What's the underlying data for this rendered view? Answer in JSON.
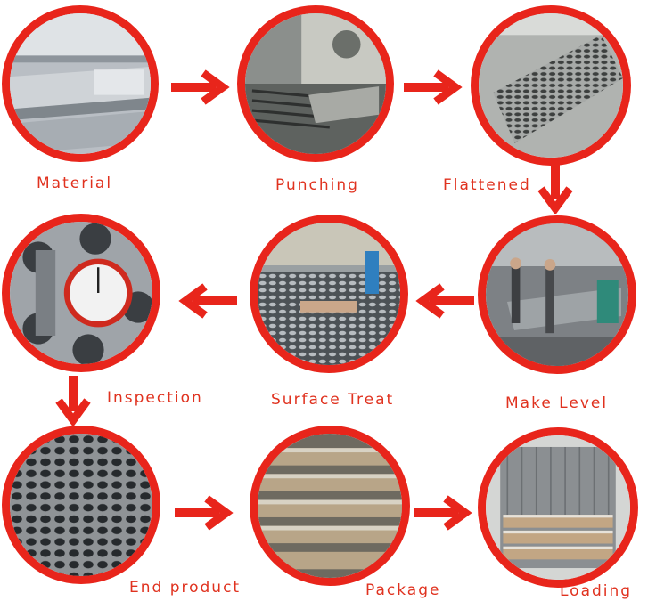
{
  "steps": [
    {
      "label": "Material"
    },
    {
      "label": "Punching"
    },
    {
      "label": "Flattened"
    },
    {
      "label": "Make Level"
    },
    {
      "label": "Surface Treat"
    },
    {
      "label": "Inspection"
    },
    {
      "label": "End product"
    },
    {
      "label": "Package"
    },
    {
      "label": "Loading"
    }
  ],
  "colors": {
    "accent": "#e8251b",
    "label": "#e0321f"
  }
}
